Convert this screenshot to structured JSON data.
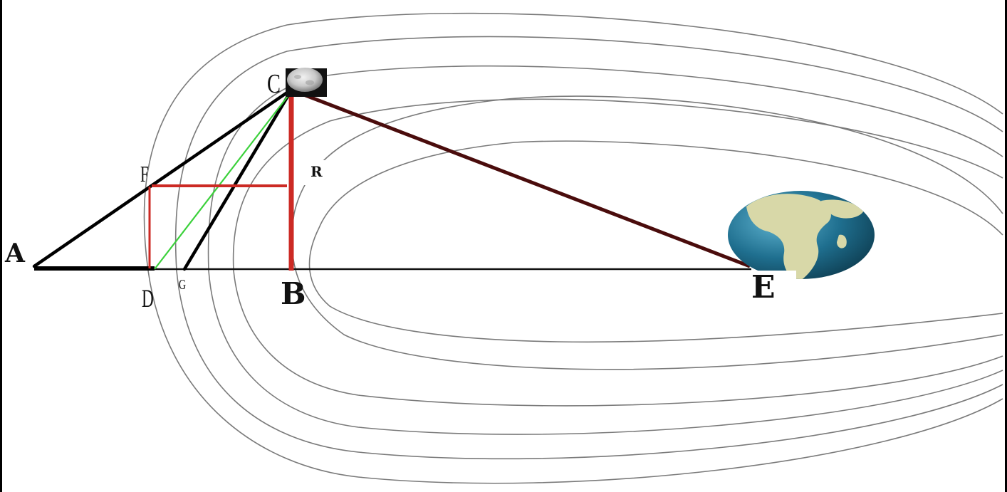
{
  "diagram": {
    "labels": {
      "A": "A",
      "B": "B",
      "C": "C",
      "D": "D",
      "E": "E",
      "F": "F",
      "G": "G",
      "R": "R"
    },
    "objects": {
      "moon": "moon-image",
      "earth": "earth-globe-icon"
    },
    "colors": {
      "black_lines": "#000000",
      "red_lines": "#cc2a24",
      "dark_red_line": "#4a0c0c",
      "green_line": "#3bd13b",
      "orbit_lines": "#7a7a7a",
      "ocean": "#1f6f8f",
      "land": "#d8d8a8"
    }
  }
}
